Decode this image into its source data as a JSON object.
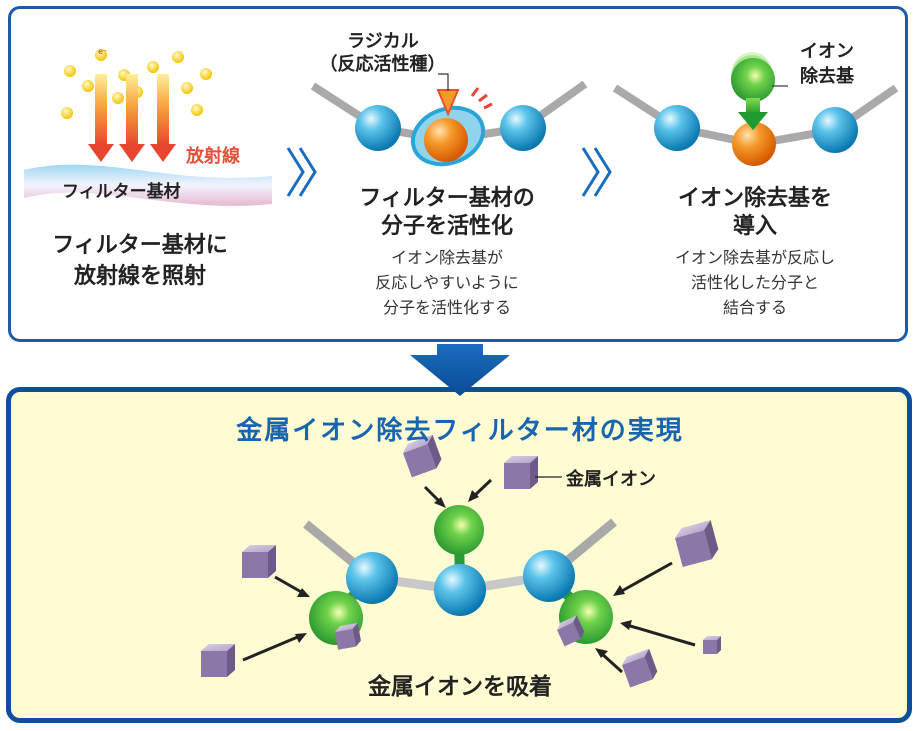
{
  "steps": [
    {
      "title_lines": [
        "フィルター基材に",
        "放射線を照射"
      ],
      "radiation_label": "放射線",
      "substrate_label": "フィルター基材",
      "electron_label": "e⁻"
    },
    {
      "annotation_lines": [
        "ラジカル",
        "（反応活性種）"
      ],
      "title_lines": [
        "フィルター基材の",
        "分子を活性化"
      ],
      "desc_lines": [
        "イオン除去基が",
        "反応しやすいように",
        "分子を活性化する"
      ]
    },
    {
      "annotation_lines": [
        "イオン",
        "除去基"
      ],
      "title_lines": [
        "イオン除去基を",
        "導入"
      ],
      "desc_lines": [
        "イオン除去基が反応し",
        "活性化した分子と",
        "結合する"
      ]
    }
  ],
  "result": {
    "title": "金属イオン除去フィルター材の実現",
    "metal_ion_label": "金属イオン",
    "caption": "金属イオンを吸着"
  },
  "colors": {
    "frame_blue": "#1a5ca8",
    "title_blue": "#1764b0",
    "result_bg": "#fffbd2",
    "radiation_red": "#e8503a",
    "atom_blue": "#2aa6d6",
    "radical_orange": "#f07b1a",
    "ion_group_green": "#3bb54a",
    "metal_ion_purple": "#8c78a8"
  }
}
